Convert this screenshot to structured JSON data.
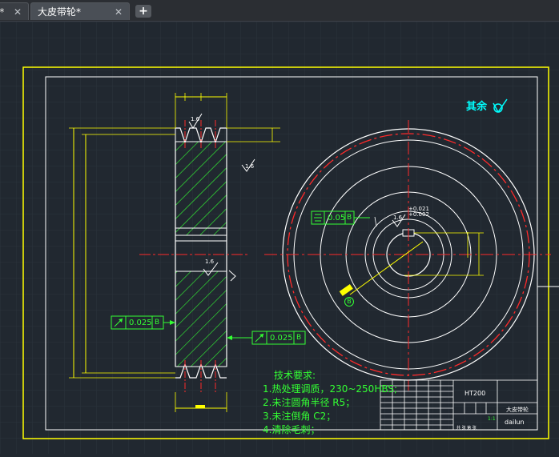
{
  "tabs": [
    {
      "label": "-*",
      "close": "✕"
    },
    {
      "label": "大皮带轮*",
      "close": "✕"
    }
  ],
  "new_tab": "+",
  "drawing": {
    "tech_title": "技术要求:",
    "tech_items": [
      "1.热处理调质，230~250HBS;",
      "2.未注圆角半径 R5；",
      "3.未注倒角  C2；",
      "4.清除毛刺；"
    ],
    "rest_note": "其余",
    "tol_boxes": {
      "runout_left": {
        "value": "0.025",
        "datum": "B"
      },
      "runout_right": {
        "value": "0.025",
        "datum": "B"
      },
      "symmetry": {
        "value": "0.05",
        "datum": "B"
      }
    },
    "datum_b": "B",
    "fits": {
      "upper": "+0.021",
      "lower": "+0.002"
    },
    "roughness": [
      "1.6",
      "1.6",
      "1.6",
      "1.6"
    ],
    "title_block": {
      "material": "HT200",
      "name": "大皮带轮",
      "author": "dailun",
      "scale": "1:1",
      "sheet": "共 张 第 张"
    }
  },
  "colors": {
    "background": "#212830",
    "frame": "#ffff00",
    "geometry": "#ffffff",
    "center": "#ff2a2a",
    "hatch": "#33ff33",
    "tolerance": "#33ff33"
  }
}
